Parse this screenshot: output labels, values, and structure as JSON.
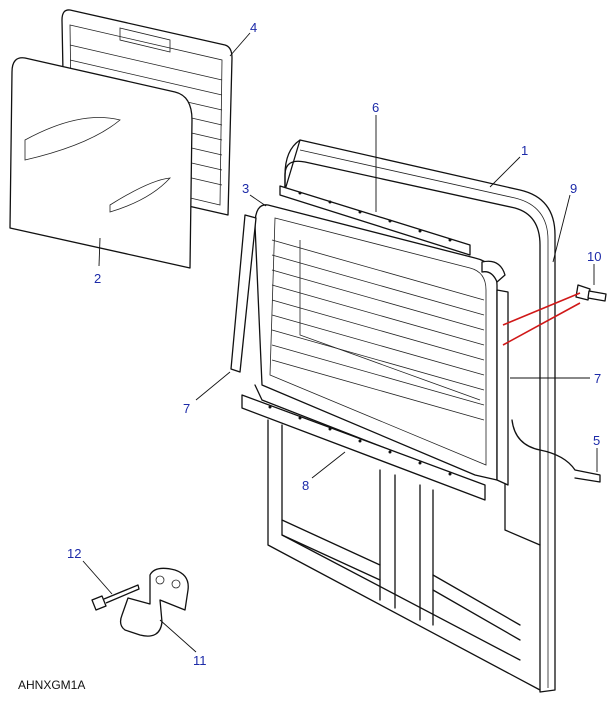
{
  "diagram": {
    "caption": "AHNXGM1A",
    "callouts": [
      "1",
      "2",
      "3",
      "4",
      "5",
      "6",
      "7",
      "7",
      "8",
      "9",
      "10",
      "11",
      "12"
    ]
  },
  "colors": {
    "callout": "#1c2aa8",
    "highlight": "#d01818",
    "line": "#111111"
  }
}
